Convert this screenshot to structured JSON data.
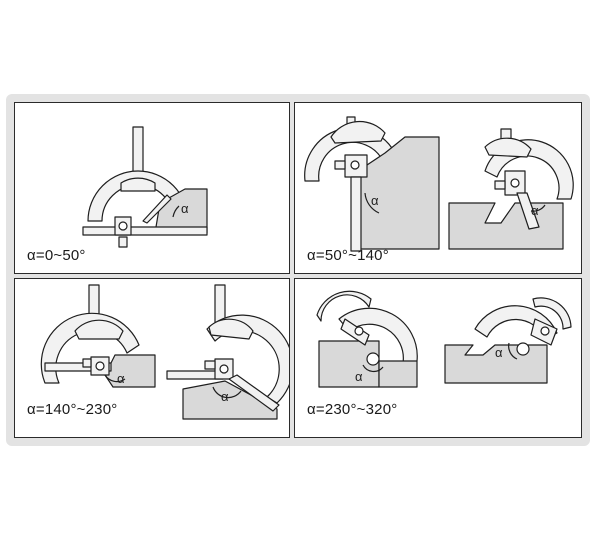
{
  "panels": [
    {
      "label": "α=0~50°"
    },
    {
      "label": "α=50°~140°"
    },
    {
      "label": "α=140°~230°"
    },
    {
      "label": "α=230°~320°"
    }
  ],
  "symbols": {
    "alpha": "α"
  },
  "colors": {
    "frame": "#e3e3e3",
    "panel_border": "#2b2b2b",
    "workpiece": "#d9d9d9",
    "tool": "#f2f2f2",
    "stroke": "#1e1e1e"
  }
}
